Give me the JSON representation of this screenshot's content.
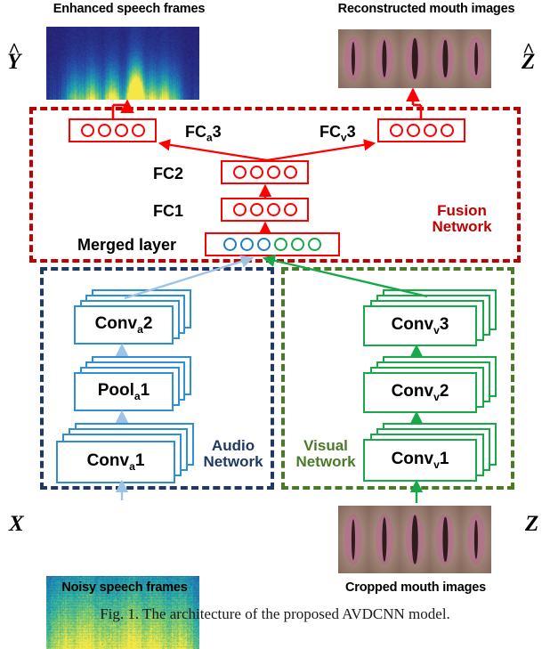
{
  "figure": {
    "caption": "Fig. 1. The architecture of the proposed AVDCNN model."
  },
  "top": {
    "left_title": "Enhanced speech frames",
    "right_title": "Reconstructed mouth images",
    "left_symbol": "Y",
    "left_symbol_hat": "^",
    "right_symbol": "Z",
    "right_symbol_hat": "^"
  },
  "bottom": {
    "left_title": "Noisy speech frames",
    "right_title": "Cropped mouth images",
    "left_symbol": "X",
    "right_symbol": "Z"
  },
  "regions": {
    "fusion": {
      "title": "Fusion\nNetwork",
      "color": "#c00000"
    },
    "audio": {
      "title": "Audio\nNetwork",
      "color": "#1f3864"
    },
    "visual": {
      "title": "Visual\nNetwork",
      "color": "#4a7a28"
    }
  },
  "fusion_layers": {
    "fc_a3": {
      "label_main": "FC",
      "label_sub": "a",
      "label_tail": "3",
      "nodes": 4,
      "node_color": "#ff0000"
    },
    "fc_v3": {
      "label_main": "FC",
      "label_sub": "v",
      "label_tail": "3",
      "nodes": 4,
      "node_color": "#ff0000"
    },
    "fc2": {
      "label": "FC2",
      "nodes": 4,
      "node_color": "#ff0000"
    },
    "fc1": {
      "label": "FC1",
      "nodes": 4,
      "node_color": "#ff0000"
    },
    "merged": {
      "label": "Merged layer",
      "nodes": 6,
      "node_colors": [
        "blue",
        "blue",
        "blue",
        "green",
        "green",
        "green"
      ],
      "blue_color": "#1f7ec4",
      "green_color": "#17a84a"
    }
  },
  "audio_layers": [
    {
      "name": "Conv",
      "sub": "a",
      "tail": "2"
    },
    {
      "name": "Pool",
      "sub": "a",
      "tail": "1"
    },
    {
      "name": "Conv",
      "sub": "a",
      "tail": "1"
    }
  ],
  "visual_layers": [
    {
      "name": "Conv",
      "sub": "v",
      "tail": "3"
    },
    {
      "name": "Conv",
      "sub": "v",
      "tail": "2"
    },
    {
      "name": "Conv",
      "sub": "v",
      "tail": "1"
    }
  ],
  "images": {
    "enhanced_spectrogram": "spectrogram-dark-blue",
    "noisy_spectrogram": "spectrogram-bright-cyan",
    "reconstructed_mouths": "mouth-frames-5",
    "cropped_mouths": "mouth-frames-5"
  }
}
